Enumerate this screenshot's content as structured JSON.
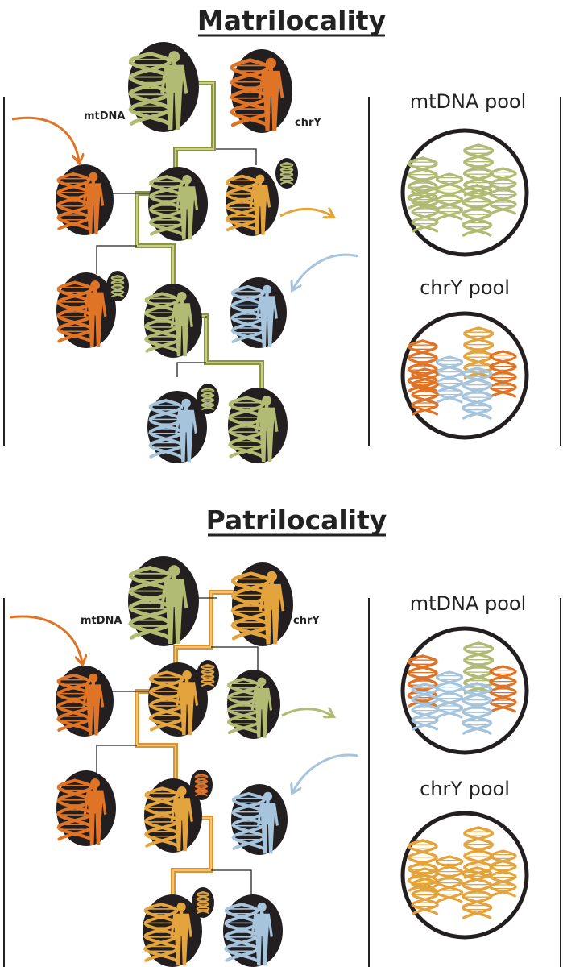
{
  "palette": {
    "orange": "#E07426",
    "green": "#B2BB74",
    "blue": "#A6C4DC",
    "gold": "#E3A33D",
    "black": "#231F20",
    "lineage_green": "#8C9640",
    "lineage_gold": "#D69432"
  },
  "panels": [
    {
      "title": "Matrilocality",
      "mt_label": "mtDNA",
      "chr_label": "chrY",
      "mt_pool_title": "mtDNA pool",
      "chr_pool_title": "chrY pool",
      "lineage_color": "green",
      "founders": {
        "left": "green",
        "right": "orange"
      },
      "gen1": [
        "orange",
        "green",
        "gold"
      ],
      "gen2": [
        "orange",
        "green",
        "blue"
      ],
      "gen3": [
        "blue",
        "green"
      ],
      "migrant_in": "orange",
      "migrant_in_2": "blue",
      "migrant_out": "gold",
      "pool_mt": [
        "green",
        "green",
        "green",
        "green",
        "green",
        "green"
      ],
      "pool_chr": [
        "orange",
        "blue",
        "gold",
        "orange",
        "blue",
        "orange"
      ]
    },
    {
      "title": "Patrilocality",
      "mt_label": "mtDNA",
      "chr_label": "chrY",
      "mt_pool_title": "mtDNA pool",
      "chr_pool_title": "chrY pool",
      "lineage_color": "gold",
      "founders": {
        "left": "green",
        "right": "gold"
      },
      "gen1": [
        "orange",
        "gold",
        "green"
      ],
      "gen2": [
        "orange",
        "gold",
        "blue"
      ],
      "gen3": [
        "gold",
        "blue"
      ],
      "migrant_in": "orange",
      "migrant_in_2": "blue",
      "migrant_out": "green",
      "pool_mt": [
        "orange",
        "blue",
        "green",
        "orange",
        "blue",
        "blue"
      ],
      "pool_chr": [
        "gold",
        "gold",
        "gold",
        "gold",
        "gold",
        "gold"
      ]
    }
  ]
}
